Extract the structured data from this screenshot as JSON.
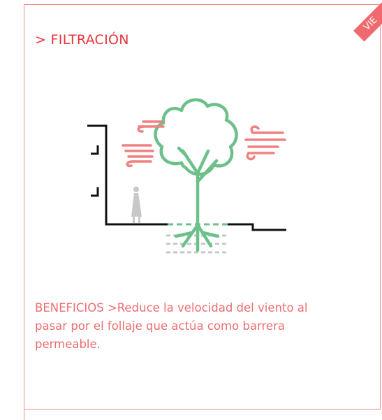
{
  "card": {
    "title": "> FILTRACIÓN",
    "corner_tag": "VIE",
    "benefits_text": "BENEFICIOS >Reduce la velocidad del viento al pasar por el follaje que actúa como barrera permeable."
  },
  "colors": {
    "accent": "#e8323a",
    "wind": "#f08080",
    "tree": "#6cc08a",
    "ground": "#111111",
    "roots_dots": "#cccccc",
    "person": "#c8c8c8",
    "frame": "#ef8a8a"
  }
}
